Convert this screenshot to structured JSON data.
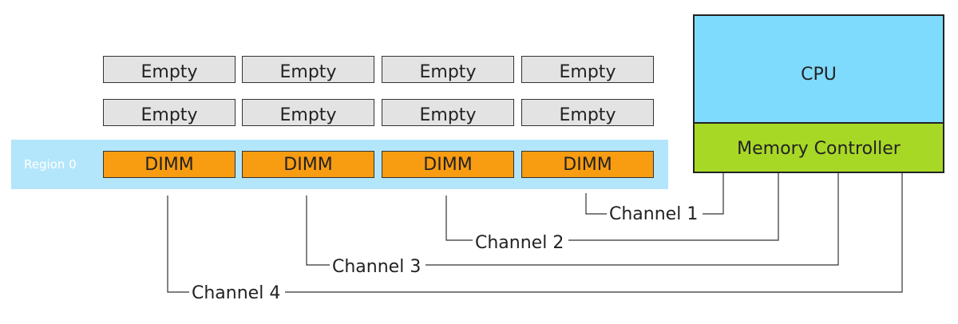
{
  "rows": [
    {
      "slots": [
        "Empty",
        "Empty",
        "Empty",
        "Empty"
      ]
    },
    {
      "slots": [
        "Empty",
        "Empty",
        "Empty",
        "Empty"
      ]
    },
    {
      "slots": [
        "DIMM",
        "DIMM",
        "DIMM",
        "DIMM"
      ]
    }
  ],
  "region": {
    "label": "Region 0"
  },
  "cpu": {
    "label": "CPU"
  },
  "memory_controller": {
    "label": "Memory Controller"
  },
  "channels": [
    {
      "label": "Channel 1"
    },
    {
      "label": "Channel 2"
    },
    {
      "label": "Channel 3"
    },
    {
      "label": "Channel 4"
    }
  ],
  "colors": {
    "empty_slot": "#e3e3e3",
    "dimm_slot": "#f89c12",
    "region_band": "#b4e6fb",
    "cpu": "#7fdbfd",
    "memory_controller": "#a8d826"
  }
}
